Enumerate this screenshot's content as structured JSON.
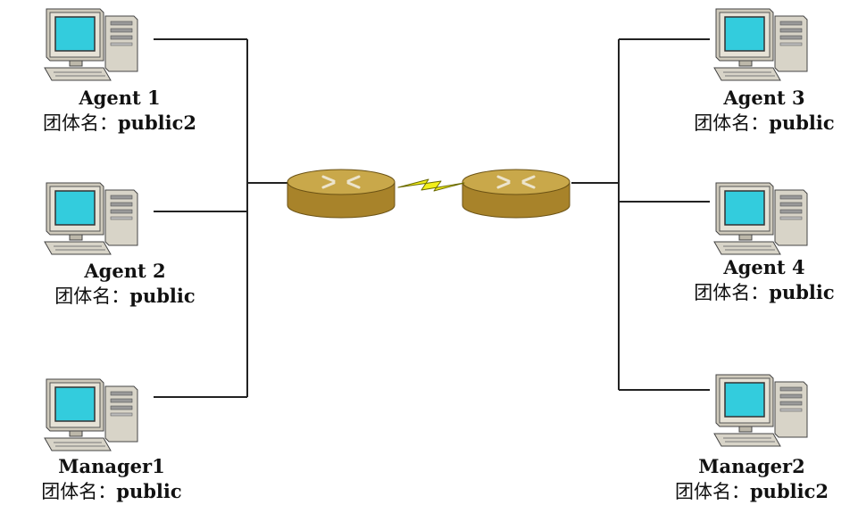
{
  "nodes": {
    "agent1": {
      "name": "Agent 1",
      "community_label": "团体名：",
      "community": "public2"
    },
    "agent2": {
      "name": "Agent 2",
      "community_label": "团体名：",
      "community": "public"
    },
    "manager1": {
      "name": "Manager1",
      "community_label": "团体名：",
      "community": "public"
    },
    "agent3": {
      "name": "Agent 3",
      "community_label": "团体名：",
      "community": "public"
    },
    "agent4": {
      "name": "Agent 4",
      "community_label": "团体名：",
      "community": "public"
    },
    "manager2": {
      "name": "Manager2",
      "community_label": "团体名：",
      "community": "public2"
    }
  },
  "colors": {
    "screen": "#33ccdd",
    "case": "#d8d4c8",
    "router_top": "#c9a84a",
    "router_side": "#a8832a",
    "serial_link": "#f2ef1a",
    "wire": "#222222"
  },
  "icons": {
    "computer": "computer-icon",
    "router": "router-icon",
    "serial_link": "lightning-link-icon"
  }
}
